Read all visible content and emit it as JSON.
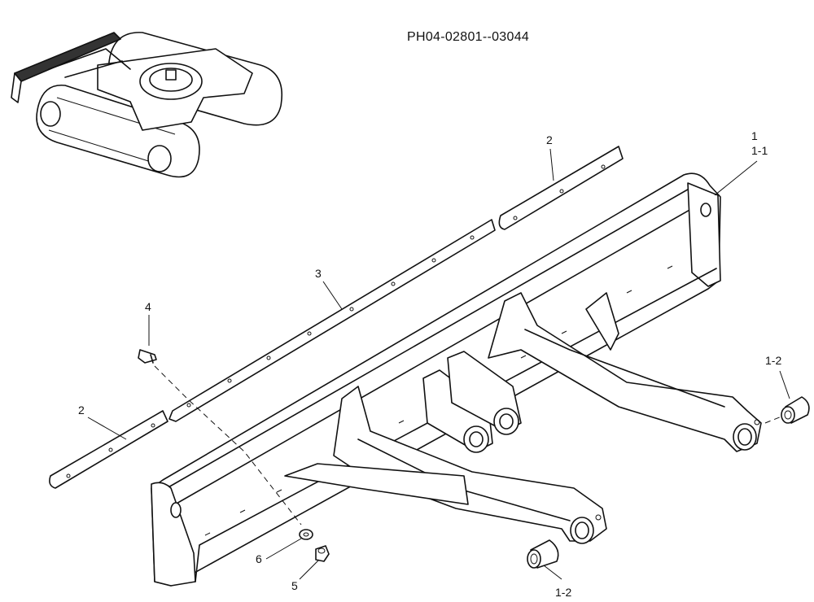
{
  "drawing_code": "PH04-02801--03044",
  "callouts": {
    "part_1": "1",
    "part_1_1": "1-1",
    "part_1_2_right": "1-2",
    "part_1_2_bottom": "1-2",
    "part_2_top": "2",
    "part_2_left": "2",
    "part_3": "3",
    "part_4": "4",
    "part_5": "5",
    "part_6": "6"
  }
}
